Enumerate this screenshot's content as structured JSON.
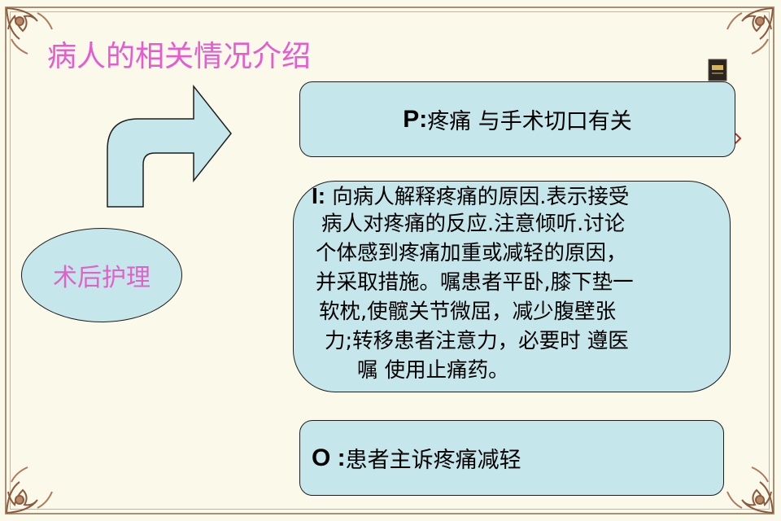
{
  "slide": {
    "title": "病人的相关情况介绍",
    "ellipse_label": "术后护理",
    "p_box": {
      "lead": "P:",
      "text": "疼痛 与手术切口有关"
    },
    "i_box": {
      "lead": "I:",
      "lines": [
        " 向病人解释疼痛的原因.表示接受",
        "病人对疼痛的反应.注意倾听.讨论",
        "个体感到疼痛加重或减轻的原因，",
        "并采取措施。嘱患者平卧,膝下垫一",
        "软枕,使髋关节微屈，减少腹壁张",
        "力;转移患者注意力，必要时  遵医",
        "嘱 使用止痛药。"
      ]
    },
    "o_box": {
      "lead": "O :",
      "text": " 患者主诉疼痛减轻"
    }
  },
  "colors": {
    "title": "#e75ad0",
    "shape_fill": "#c5e6ea",
    "background": "#fbf9ea",
    "frame": "#a88e72"
  },
  "icons": [
    "corner-ornament-icon",
    "book-icon",
    "curved-arrow-icon"
  ]
}
